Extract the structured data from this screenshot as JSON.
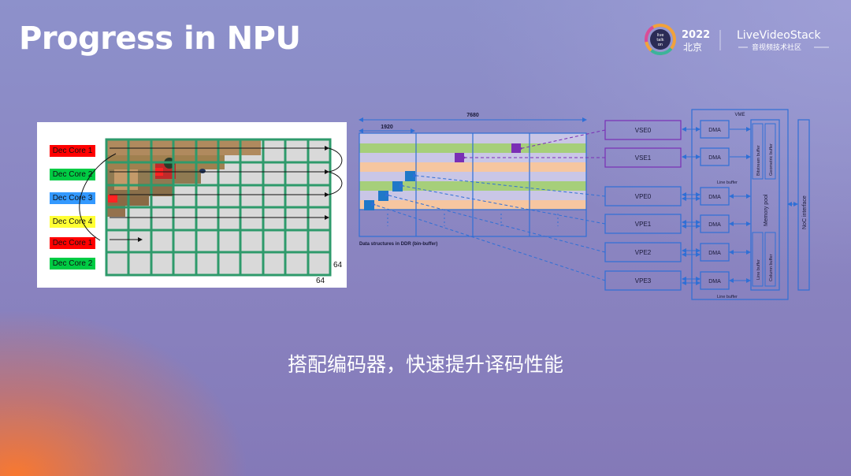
{
  "slide": {
    "title": "Progress in NPU",
    "caption": "搭配编码器，快速提升译码性能"
  },
  "logo": {
    "event_year": "2022",
    "event_city": "北京",
    "badge_text": [
      "live",
      "talk",
      "on"
    ],
    "brand": "LiveVideoStack",
    "brand_sub": "音视频技术社区"
  },
  "left_diagram": {
    "cores": [
      {
        "label": "Dec Core 1",
        "color": "#ff0000"
      },
      {
        "label": "Dec Core 2",
        "color": "#00cc44"
      },
      {
        "label": "Dec Core 3",
        "color": "#3399ff"
      },
      {
        "label": "Dec Core 4",
        "color": "#ffff33"
      },
      {
        "label": "Dec Core 1",
        "color": "#ff0000"
      },
      {
        "label": "Dec Core 2",
        "color": "#00cc44"
      }
    ],
    "grid_label_vertical": "64",
    "grid_label_horizontal": "64"
  },
  "right_diagram": {
    "width_label": "7680",
    "tile_label": "1920",
    "ddr_label": "Data structures in DDR (bin-buffer)",
    "vse": [
      "VSE0",
      "VSE1"
    ],
    "vpe": [
      "VPE0",
      "VPE1",
      "VPE2",
      "VPE3"
    ],
    "dma": [
      "DMA",
      "DMA",
      "DMA",
      "DMA",
      "DMA",
      "DMA"
    ],
    "vme_label": "VME",
    "bitstream_buffer": "Bitstream buffer",
    "geometric_buffer": "Geometric buffer",
    "line_buffer": "Line buffer",
    "line_buffer_2": "Line buffer",
    "line_buffer_3": "Line buffer",
    "column_buffer": "Column buffer",
    "memory_pool": "Memory pool",
    "noc_interface": "NoC interface"
  },
  "colors": {
    "grid_green": "#2e9a6b",
    "diagram_blue": "#2f6fd6",
    "vse_purple": "#7a2fb5",
    "stripe_green": "#a6cf7a",
    "stripe_peach": "#f6c6a0",
    "stripe_lavender": "#c9c6e6"
  }
}
